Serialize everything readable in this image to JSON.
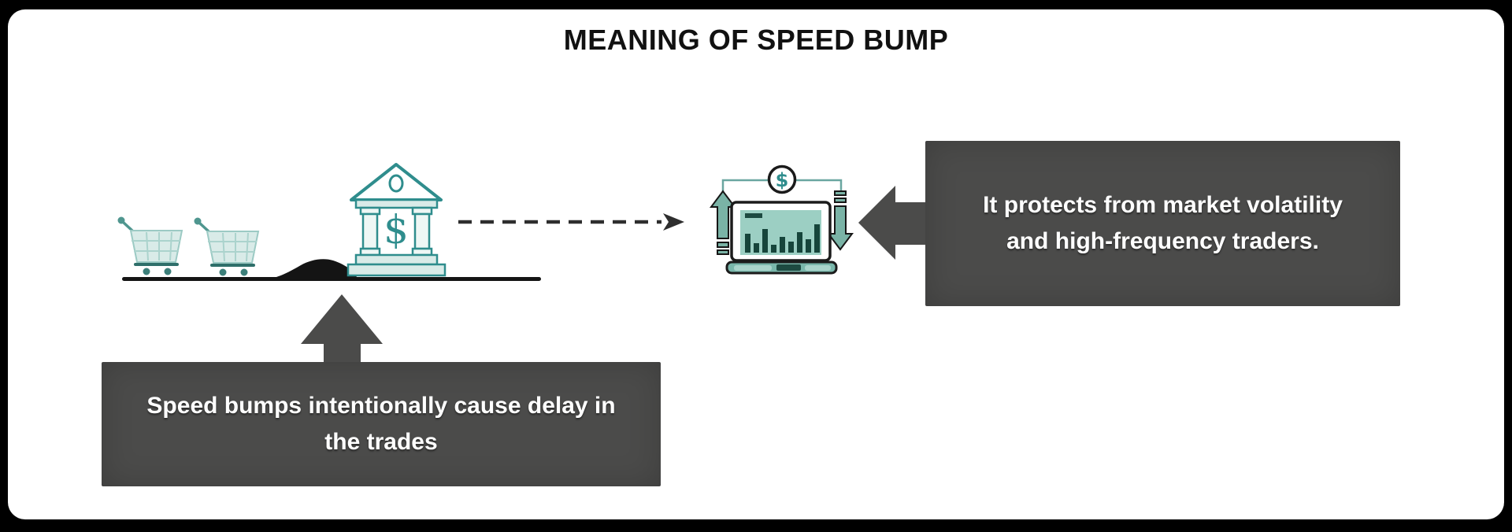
{
  "title": "MEANING OF SPEED BUMP",
  "callouts": {
    "bottom": {
      "line1": "Speed bumps intentionally cause delay in",
      "line2": "the trades"
    },
    "right": {
      "line1": "It protects from market volatility",
      "line2": "and high-frequency traders."
    }
  },
  "icons": {
    "bank_dollar": "$",
    "badge_dollar": "$",
    "bank": "bank-building",
    "carts": "shopping-carts",
    "bump": "speed-bump",
    "laptop": "trading-terminal-laptop"
  },
  "laptop_chart": {
    "type": "bar",
    "bars": [
      24,
      12,
      30,
      10,
      20,
      14,
      26,
      17,
      36
    ]
  },
  "colors": {
    "background": "#000000",
    "card": "#ffffff",
    "callout_bg": "#4b4b4a",
    "teal_outline": "#2f8d8d",
    "teal_fill_light": "#d9ebe8",
    "chart_bar": "#16453b",
    "screen_bg": "#9ccfc3",
    "text_light": "#ffffff",
    "title_color": "#111111"
  }
}
